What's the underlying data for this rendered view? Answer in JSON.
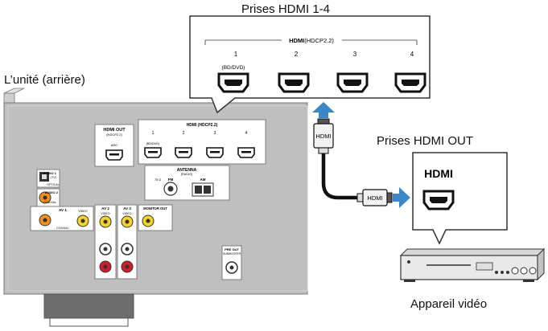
{
  "callouts": {
    "hdmi_in_jacks": "Prises HDMI 1-4",
    "unit_rear": "L’unité (arrière)",
    "hdmi_out_jacks": "Prises HDMI OUT",
    "video_device": "Appareil vidéo"
  },
  "zoom_panel": {
    "header": "HDMI",
    "header_suffix": "(HDCP2.2)",
    "jack_numbers": [
      "1",
      "2",
      "3",
      "4"
    ],
    "jack1_sub": "(BD/DVD)"
  },
  "rear_panel": {
    "hdmi_out_label": "HDMI OUT",
    "hdmi_out_sub": "(HDCP2.2)",
    "hdmi_out_arc": "ARC",
    "hdmi_header": "HDMI (HDCP2.2)",
    "hdmi_nums": [
      "1",
      "2",
      "3",
      "4"
    ],
    "hdmi1_sub": "(BD/DVD)",
    "antenna": "ANTENNA",
    "antenna_sub": "(RADIO)",
    "fm": "FM",
    "fm_sub": "75 Ω",
    "am": "AM",
    "audio1": "AUDIO 1",
    "audio1_sub": "(TV)",
    "optical": "OPTICAL",
    "audio2": "AUDIO 2",
    "coaxial_a": "COAXIAL",
    "av1": "AV 1",
    "av2": "AV 2",
    "av3": "AV 3",
    "coaxial_b": "COAXIAL",
    "video1": "VIDEO",
    "video2": "VIDEO",
    "video3": "VIDEO",
    "monitor_out": "MONITOR OUT",
    "pre_out": "PRE OUT",
    "subwoofer": "SUBWOOFER"
  },
  "cable_labels": {
    "vertical_plug": "HDMI",
    "horizontal_plug": "HDMI"
  },
  "device_zoom": {
    "label": "HDMI"
  },
  "colors": {
    "panel": "#bfbfbf",
    "arrow_blue": "#3a88c8",
    "jack_orange": "#f28e1e",
    "jack_yellow": "#f5d32a",
    "jack_red": "#d11d2a"
  }
}
